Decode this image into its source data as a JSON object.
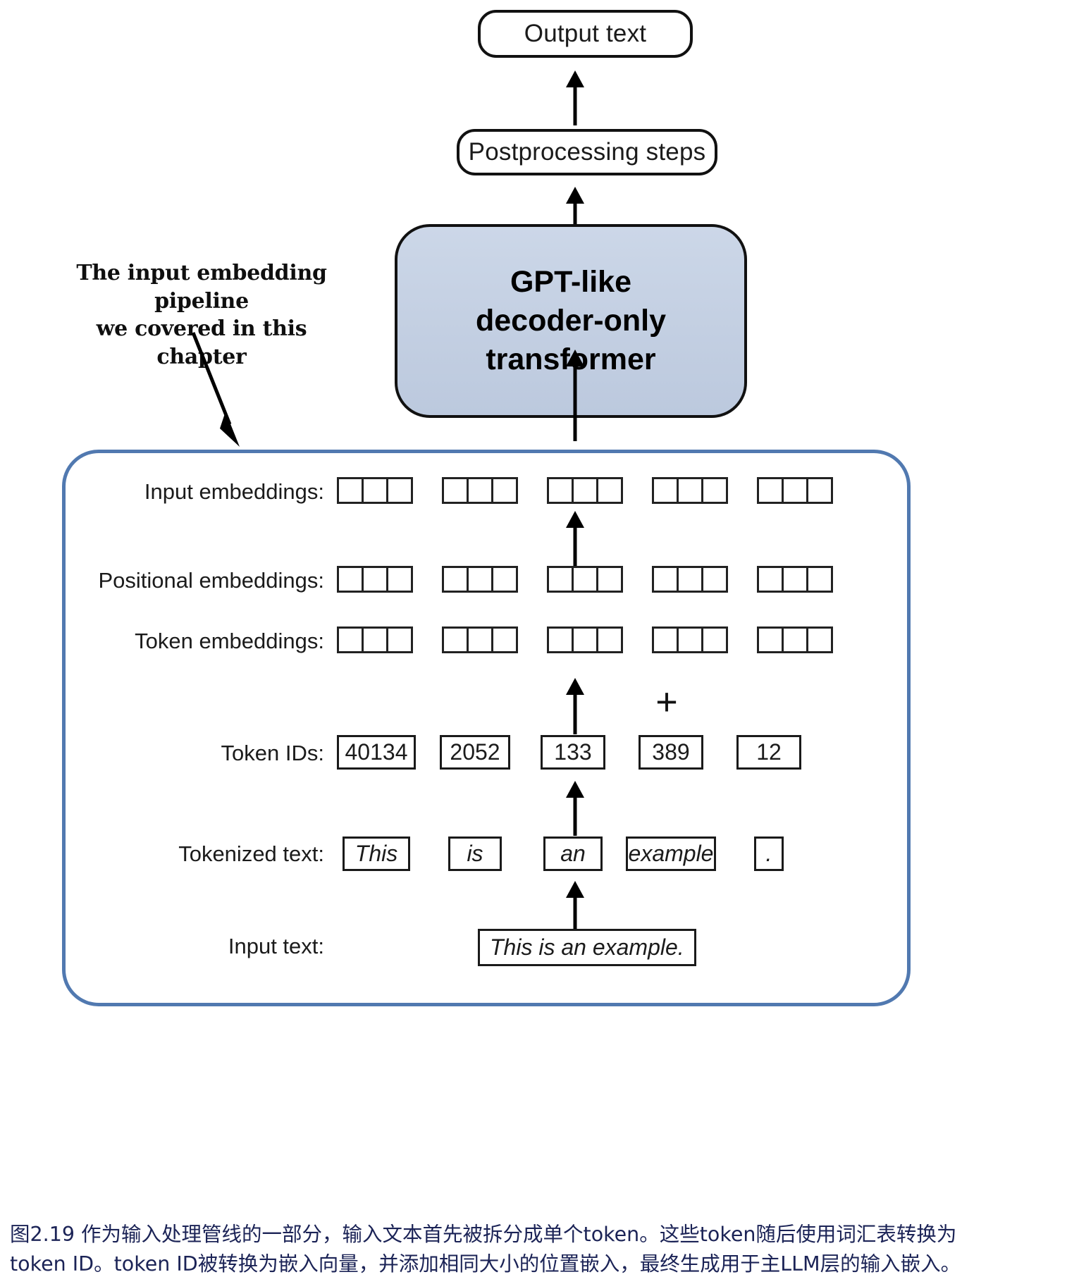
{
  "figure": {
    "top_boxes": {
      "output_text": "Output text",
      "postprocessing": "Postprocessing steps",
      "transformer_line1": "GPT-like",
      "transformer_line2": "decoder-only",
      "transformer_line3": "transformer"
    },
    "callout": {
      "line1": "The input embedding pipeline",
      "line2": "we covered in this chapter"
    },
    "operator": "+",
    "rows": {
      "input_embeddings_label": "Input embeddings:",
      "positional_embeddings_label": "Positional embeddings:",
      "token_embeddings_label": "Token embeddings:",
      "token_ids_label": "Token IDs:",
      "tokenized_text_label": "Tokenized text:",
      "input_text_label": "Input text:"
    },
    "embedding_cells_per_group": 3,
    "embedding_groups": 5,
    "token_ids": [
      "40134",
      "2052",
      "133",
      "389",
      "12"
    ],
    "tokens": [
      "This",
      "is",
      "an",
      "example",
      "."
    ],
    "input_text": "This is an example.",
    "colors": {
      "transformer_fill": "#c5d0e2",
      "pipeline_border": "#5179b0",
      "caption_text": "#1b2356",
      "outline": "#111111"
    }
  },
  "caption": {
    "line1": "图2.19 作为输入处理管线的一部分，输入文本首先被拆分成单个token。这些token随后使用词汇表转换为",
    "line2": "token ID。token ID被转换为嵌入向量，并添加相同大小的位置嵌入，最终生成用于主LLM层的输入嵌入。"
  }
}
